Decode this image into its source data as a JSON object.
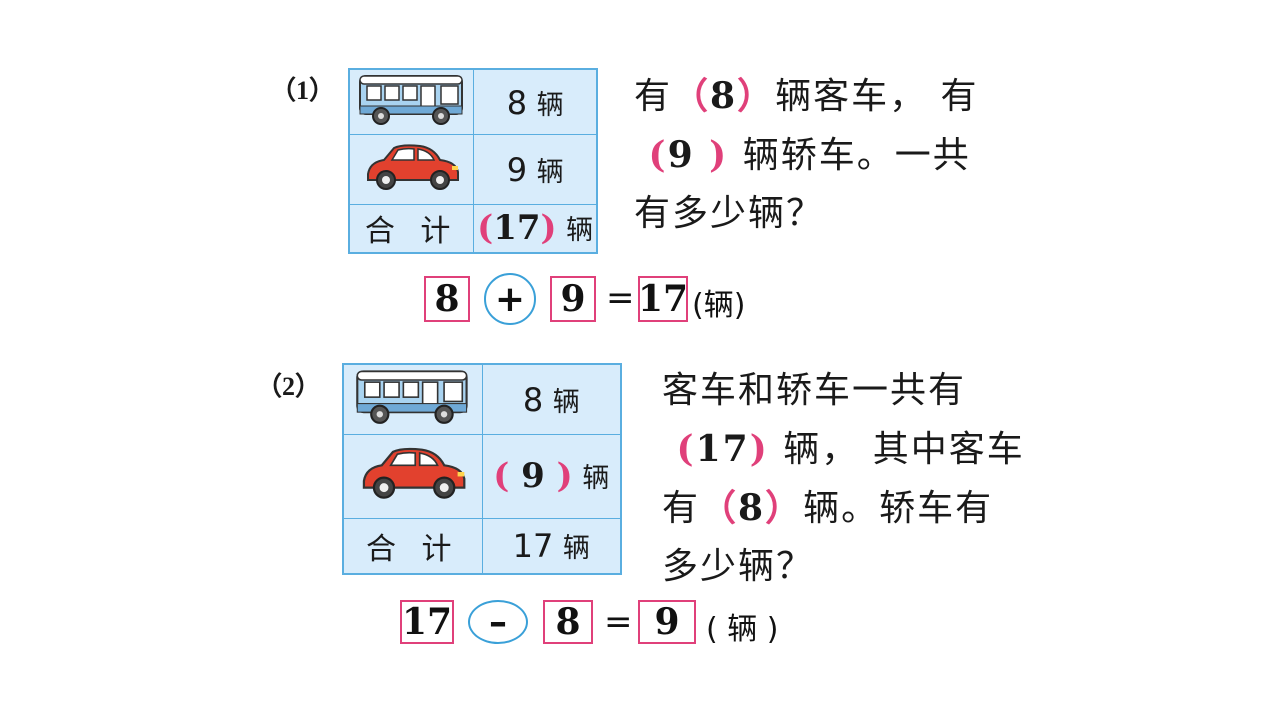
{
  "q1": {
    "label": "（1）",
    "table": {
      "bus_count": "8",
      "car_count": "9",
      "unit": "辆",
      "total_label": "合 计",
      "total_value": "17"
    },
    "text": {
      "line1_a": "有",
      "line1_num": "8",
      "line1_b": "辆客车， 有",
      "line2_num": "9",
      "line2_b": "辆轿车。一共",
      "line3": "有多少辆？"
    },
    "equation": {
      "a": "8",
      "op": "+",
      "b": "9",
      "eq": "=",
      "result": "17",
      "unit": "辆"
    }
  },
  "q2": {
    "label": "（2）",
    "table": {
      "bus_count": "8",
      "car_count": "9",
      "unit": "辆",
      "total_label": "合 计",
      "total_value": "17"
    },
    "text": {
      "line1": "客车和轿车一共有",
      "line2_num": "17",
      "line2_b": "辆， 其中客车",
      "line3_a": "有",
      "line3_num": "8",
      "line3_b": "辆。轿车有",
      "line4": "多少辆？"
    },
    "equation": {
      "a": "17",
      "op": "–",
      "b": "8",
      "eq": "=",
      "result": "9",
      "unit": "辆"
    }
  },
  "colors": {
    "pink": "#e0407a",
    "blue_border": "#5aaee0",
    "table_bg": "#d8ecfb",
    "circle": "#3aa0d8"
  },
  "icons": [
    "bus-icon",
    "car-icon"
  ]
}
